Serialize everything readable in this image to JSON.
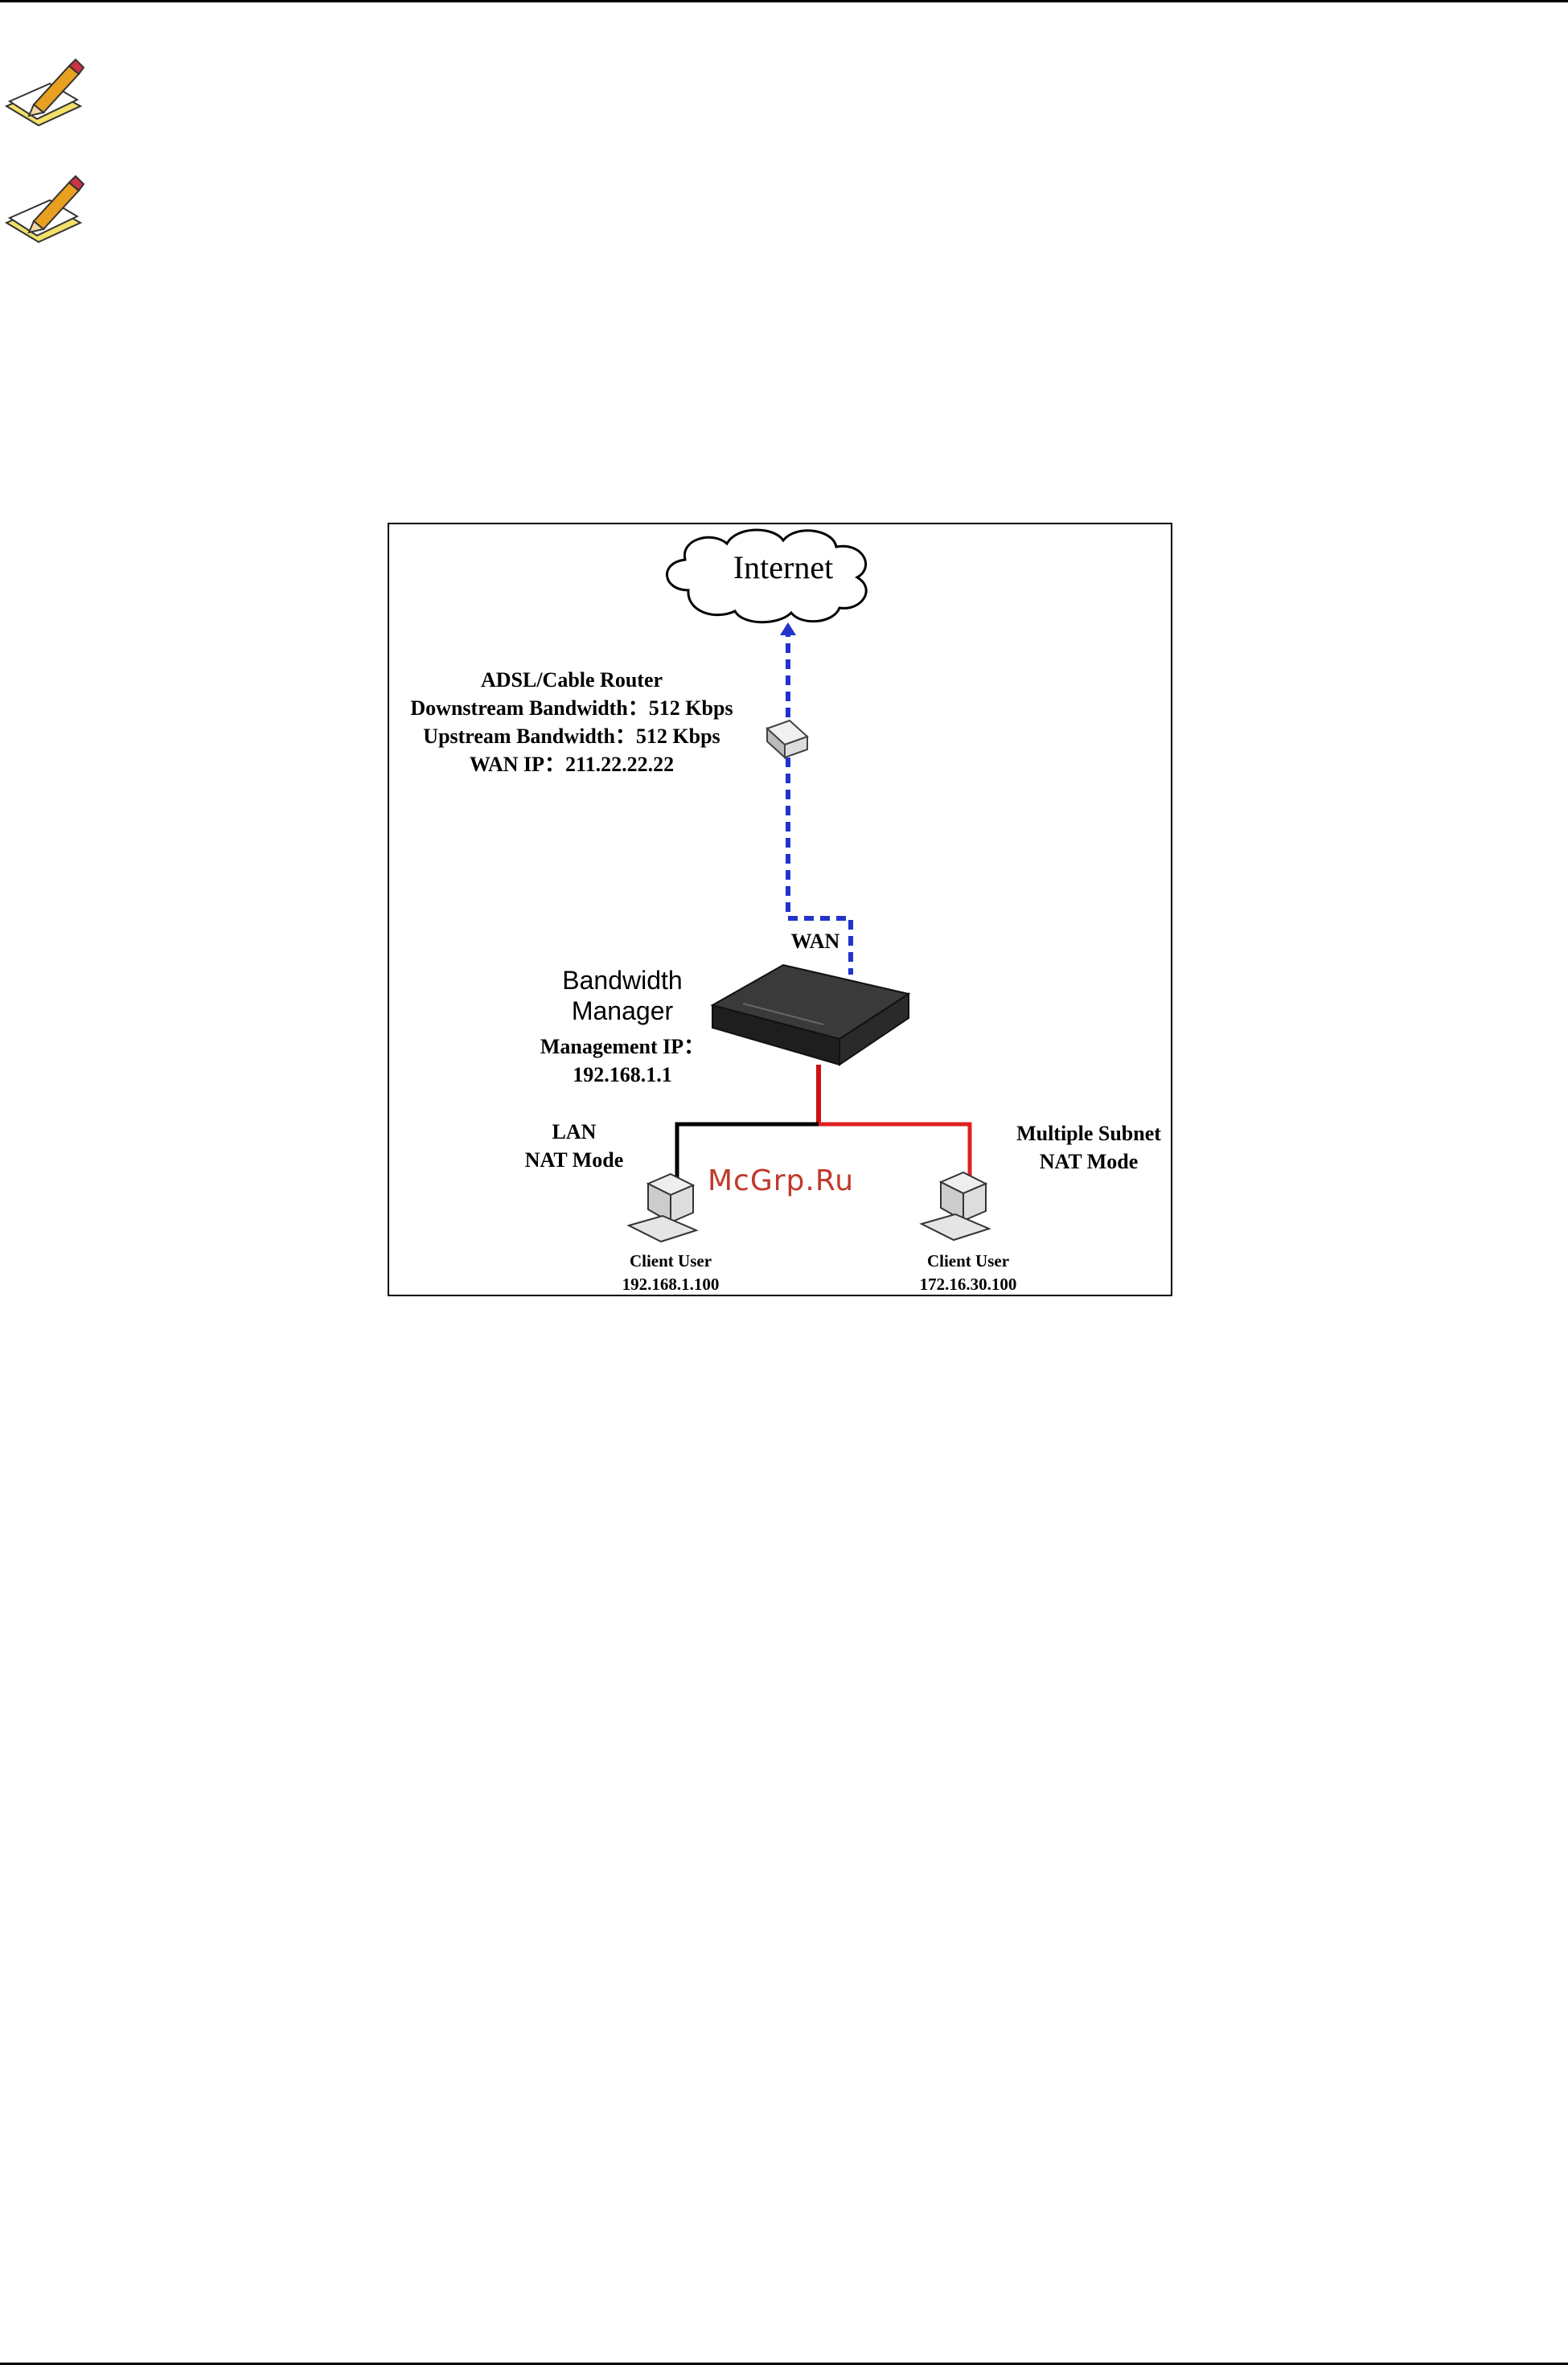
{
  "diagram": {
    "internet_label": "Internet",
    "router": {
      "line1": "ADSL/Cable Router",
      "line2": "Downstream Bandwidth：512 Kbps",
      "line3": "Upstream Bandwidth：512 Kbps",
      "line4": "WAN IP：211.22.22.22"
    },
    "wan_label": "WAN",
    "bandwidth_manager": {
      "title_line1": "Bandwidth",
      "title_line2": "Manager",
      "ip_line1": "Management IP：",
      "ip_line2": "192.168.1.1"
    },
    "lan": {
      "line1": "LAN",
      "line2": "NAT Mode"
    },
    "multiple_subnet": {
      "line1": "Multiple Subnet",
      "line2": "NAT Mode"
    },
    "clients": [
      {
        "name": "Client User",
        "ip": "192.168.1.100"
      },
      {
        "name": "Client User",
        "ip": "172.16.30.100"
      }
    ]
  },
  "watermark": "McGrp.Ru",
  "colors": {
    "wan_link": "#2233cc",
    "lan_link": "#000000",
    "subnet_link": "#e02020"
  }
}
